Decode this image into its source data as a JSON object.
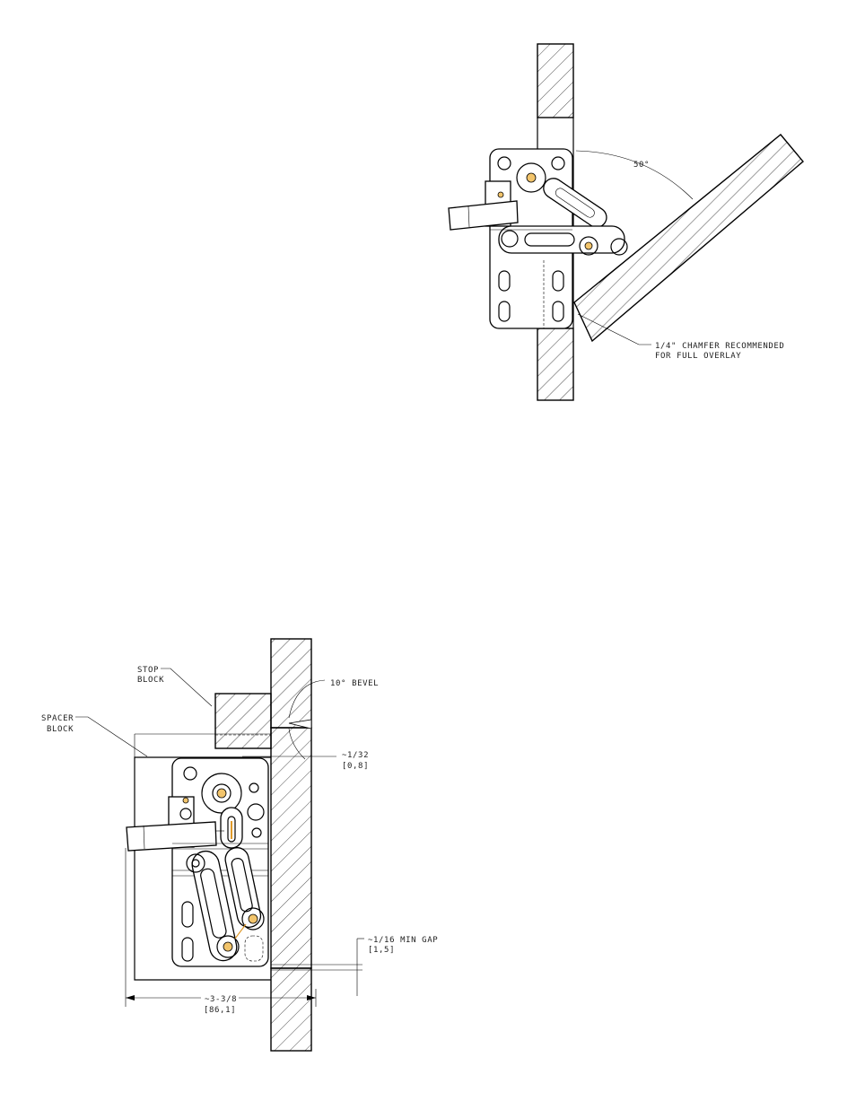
{
  "top_view": {
    "angle_label": "50°",
    "chamfer_note_line1": "1/4\" CHAMFER RECOMMENDED",
    "chamfer_note_line2": "FOR FULL OVERLAY"
  },
  "bottom_view": {
    "stop_block_line1": "STOP",
    "stop_block_line2": "BLOCK",
    "spacer_block_line1": "SPACER",
    "spacer_block_line2": "BLOCK",
    "bevel_label": "10° BEVEL",
    "gap_small_line1": "~1/32",
    "gap_small_line2": "[0,8]",
    "min_gap_line1": "~1/16 MIN GAP",
    "min_gap_line2": "[1,5]",
    "width_dim_line1": "~3-3/8",
    "width_dim_line2": "[86,1]"
  },
  "colors": {
    "line": "#000000",
    "brass_accent": "#f2c46b"
  }
}
